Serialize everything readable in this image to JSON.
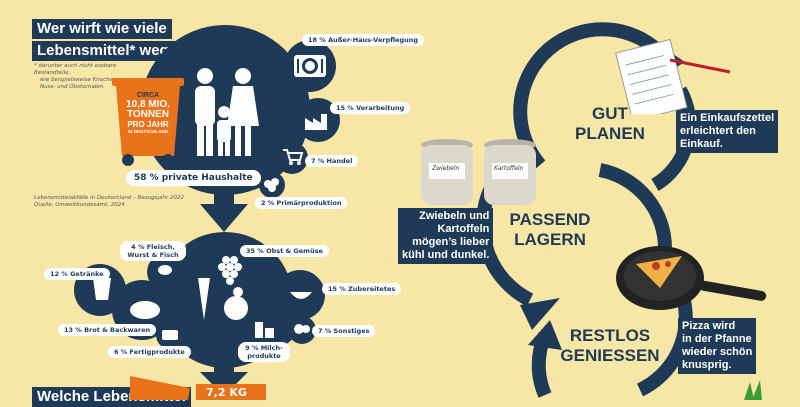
{
  "left_panel": {
    "title_line1": "Wer wirft wie viele",
    "title_line2": "Lebensmittel* weg?",
    "footnote": [
      "* darunter auch nicht essbare Bestandteile,",
      "wie beispielsweise Knochen,",
      "Nuss- und Obstschalen."
    ],
    "bin": {
      "line1": "CIRCA",
      "line2": "10,8 MIO.",
      "line3": "TONNEN",
      "line4": "PRO JAHR",
      "line5": "IN DEUTSCHLAND"
    },
    "private_households": "58 % private Haushalte",
    "sectors": [
      {
        "label": "18 % Außer-Haus-Verpflegung",
        "icon": "plate-icon"
      },
      {
        "label": "15 % Verarbeitung",
        "icon": "factory-icon"
      },
      {
        "label": "7 % Handel",
        "icon": "cart-icon"
      },
      {
        "label": "2 % Primärproduktion",
        "icon": "farm-icon"
      }
    ],
    "source": [
      "Lebensmittelabfälle in Deutschland – Bezugsjahr 2022",
      "Quelle: Umweltbundesamt, 2024"
    ],
    "categories": [
      {
        "label": "4 % Fleisch, Wurst & Fisch"
      },
      {
        "label": "35 % Obst & Gemüse"
      },
      {
        "label": "12 % Getränke"
      },
      {
        "label": "15 % Zubereitetes"
      },
      {
        "label": "13 % Brot & Backwaren"
      },
      {
        "label": "7 % Sonstiges"
      },
      {
        "label": "9 % Milch-produkte"
      },
      {
        "label": "6 % Fertigprodukte"
      }
    ],
    "bottom_title": "Welche Lebensmittel",
    "bottom_bin_text": "7,2 KG"
  },
  "right_panel": {
    "steps": {
      "plan_line1": "GUT",
      "plan_line2": "PLANEN",
      "store_line1": "PASSEND",
      "store_line2": "LAGERN",
      "eat_line1": "RESTLOS",
      "eat_line2": "GENIESSEN"
    },
    "callouts": {
      "plan": [
        "Ein Einkaufszettel",
        "erleichtert den",
        "Einkauf."
      ],
      "store": [
        "Zwiebeln und",
        "Kartoffeln",
        "mögen’s lieber",
        "kühl und dunkel."
      ],
      "eat": [
        "Pizza wird",
        "in der Pfanne",
        "wieder schön",
        "knusprig."
      ]
    },
    "jar_labels": [
      "Zwiebeln",
      "Kartoffeln"
    ]
  },
  "colors": {
    "background": "#f7e7a6",
    "navy": "#1f3a56",
    "orange": "#e8731a",
    "white": "#ffffff"
  }
}
